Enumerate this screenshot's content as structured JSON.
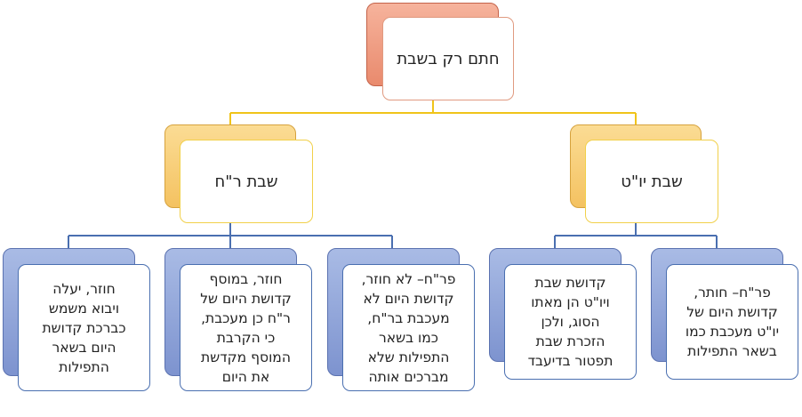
{
  "root": {
    "label": "חתם רק בשבת"
  },
  "level1": {
    "right_label": "שבת יו\"ט",
    "left_label": "שבת ר\"ח"
  },
  "level2": {
    "rt1_text": "פר\"ח– חותר,\nקדושת היום של\nיו\"ט מעכבת כמו\nבשאר התפילות",
    "rt2_text": "קדושת שבת\nויו\"ט הן מאתו\nהסוג, ולכן\nהזכרת שבת\nתפטור בדיעבד",
    "lt1_text": "פר\"ח– לא חוזר,\nקדושת היום לא\nמעכבת בר\"ח,\nכמו בשאר\nהתפילות שלא\nמברכים אותה",
    "lt2_text": "חוזר, במוסף\nקדושת היום של\nר\"ח כן מעכבת,\nכי הקרבת\nהמוסף מקדשת\nאת היום",
    "lt3_text": "חוזר, יעלה\nויבוא משמש\nכברכת קדושת\nהיום בשאר\nהתפילות"
  },
  "colors": {
    "root_connector": "#f0c419",
    "level1_connector": "#4a6fb0"
  }
}
